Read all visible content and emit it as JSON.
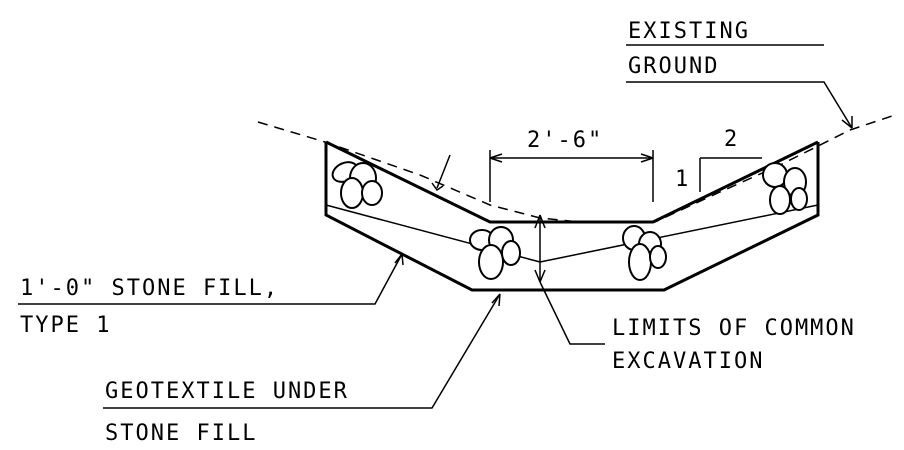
{
  "labels": {
    "existing_ground_line1": "EXISTING",
    "existing_ground_line2": "GROUND",
    "bottom_width": "2'-6\"",
    "slope_vertical": "1",
    "slope_horizontal": "2",
    "stone_fill_line1": "1'-0\" STONE FILL,",
    "stone_fill_line2": "TYPE 1",
    "limits_line1": "LIMITS OF COMMON",
    "limits_line2": "EXCAVATION",
    "geotextile_line1": "GEOTEXTILE UNDER",
    "geotextile_line2": "STONE FILL"
  },
  "colors": {
    "line": "#000000",
    "background": "#ffffff"
  }
}
